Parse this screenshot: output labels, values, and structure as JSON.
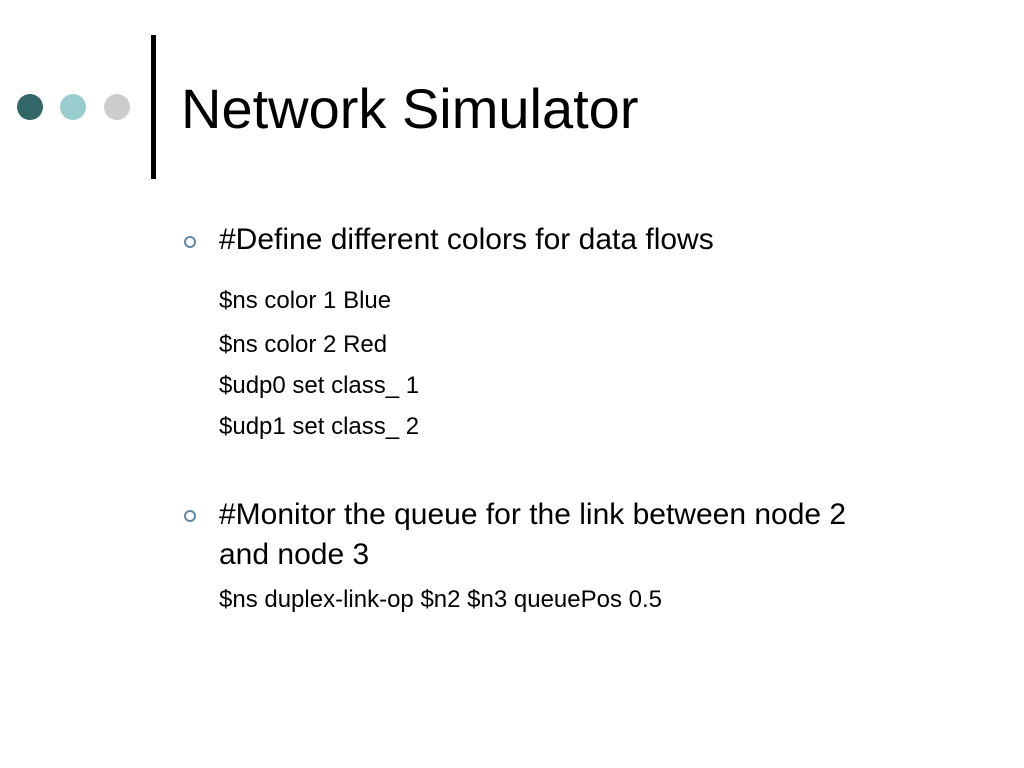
{
  "colors": {
    "dot_dark": "#336666",
    "dot_mid": "#99cccc",
    "dot_light": "#cccccc",
    "bullet": "#5d8aa8"
  },
  "slide": {
    "title": "Network Simulator",
    "bullets": [
      {
        "icon": "hollow-circle-bullet",
        "text": "#Define different colors for data flows",
        "code_lines": [
          "$ns color 1 Blue",
          "$ns color 2 Red",
          "$udp0 set class_ 1",
          "$udp1 set class_ 2"
        ]
      },
      {
        "icon": "hollow-circle-bullet",
        "text_line1": "#Monitor the queue for the link between node 2",
        "text_line2": "and node 3",
        "code_lines": [
          "$ns duplex-link-op $n2 $n3 queuePos 0.5"
        ]
      }
    ]
  }
}
